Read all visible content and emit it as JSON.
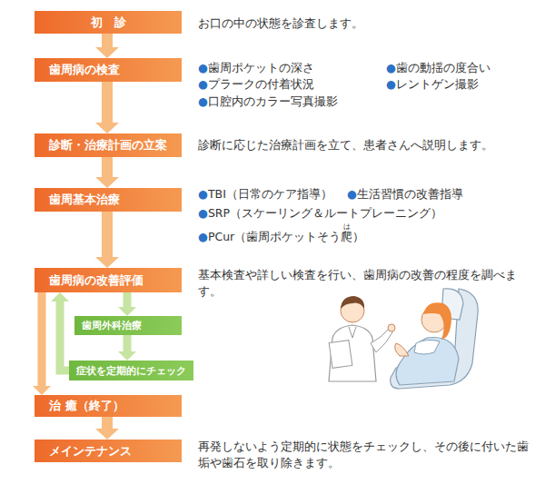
{
  "diagram": {
    "nodes": [
      {
        "text": [
          "初　診"
        ]
      },
      {
        "text": [
          "歯周病の検査"
        ]
      },
      {
        "text": [
          "診断・治療計画の立案"
        ]
      },
      {
        "text": [
          "歯周基本治療"
        ]
      },
      {
        "text": [
          "歯周病の改善評価"
        ]
      },
      {
        "text": [
          "歯周外科治療"
        ]
      },
      {
        "text": [
          "症状を定期的にチェック"
        ]
      },
      {
        "text": [
          "治 癒（終了）"
        ]
      },
      {
        "text": [
          "メインテナンス"
        ]
      }
    ],
    "edges": [
      {
        "from": 0,
        "to": 1,
        "arrow": "to"
      },
      {
        "from": 1,
        "to": 2,
        "arrow": "to"
      },
      {
        "from": 2,
        "to": 3,
        "arrow": "to"
      },
      {
        "from": 3,
        "to": 4,
        "arrow": "to"
      },
      {
        "from": 4,
        "to": 5,
        "arrow": "to"
      },
      {
        "from": 5,
        "to": 6,
        "arrow": "to"
      },
      {
        "from": 6,
        "to": 4,
        "arrow": "to"
      },
      {
        "from": 4,
        "to": 7,
        "arrow": "to"
      },
      {
        "from": 7,
        "to": 8,
        "arrow": "to"
      }
    ],
    "labels": [
      "お口の中の状態を診査します。",
      "●歯周ポケットの深さ",
      "●歯の動揺の度合い",
      "●プラークの付着状況",
      "●レントゲン撮影",
      "●口腔内のカラー写真撮影",
      "診断に応じた治療計画を立て、患者さんへ説明します。",
      "●TBI（日常のケア指導）",
      "●生活習慣の改善指導",
      "●SRP（スケーリング＆ルートプレーニング）",
      "は",
      "●PCur（歯周ポケットそう爬）",
      "基本検査や詳しい検査を行い、歯周病の改善の程度を調べます。",
      "再発しないよう定期的に状態をチェックし、その後に付いた歯垢や歯石を取り除きます。"
    ]
  }
}
